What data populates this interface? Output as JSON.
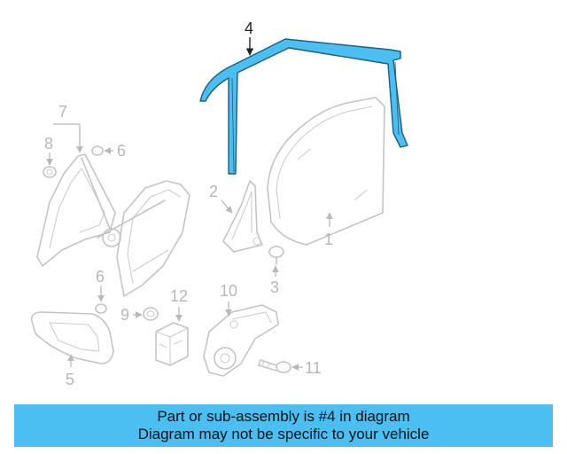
{
  "colors": {
    "highlight": "#4bbef2",
    "banner_bg": "#4bbef2",
    "part_outline": "#c4c4c4",
    "callout_dim": "#b7b7b7"
  },
  "diagram": {
    "callouts": {
      "c1": "1",
      "c2": "2",
      "c3": "3",
      "c4": "4",
      "c5": "5",
      "c6a": "6",
      "c6b": "6",
      "c7": "7",
      "c8": "8",
      "c9": "9",
      "c10": "10",
      "c11": "11",
      "c12": "12"
    }
  },
  "banner": {
    "line1": "Part or sub-assembly is #4 in diagram",
    "line2": "Diagram may not be specific to your vehicle"
  }
}
